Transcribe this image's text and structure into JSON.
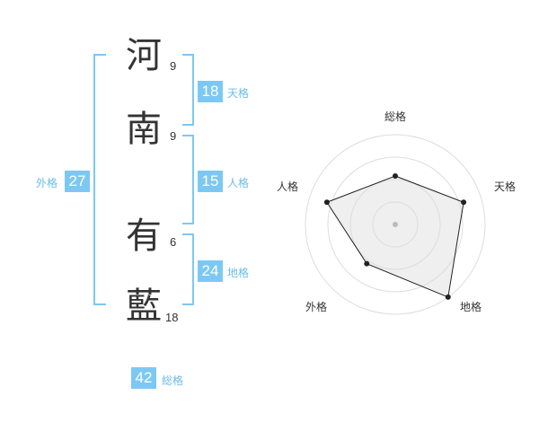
{
  "characters": [
    {
      "char": "河",
      "strokes": "9"
    },
    {
      "char": "南",
      "strokes": "9"
    },
    {
      "char": "有",
      "strokes": "6"
    },
    {
      "char": "藍",
      "strokes": "18"
    }
  ],
  "kakaku": {
    "tenkaku": {
      "value": "18",
      "label": "天格"
    },
    "jinkaku": {
      "value": "15",
      "label": "人格"
    },
    "chikaku": {
      "value": "24",
      "label": "地格"
    },
    "gaikaku": {
      "value": "27",
      "label": "外格"
    },
    "soukaku": {
      "value": "42",
      "label": "総格"
    }
  },
  "colors": {
    "accent": "#7cc8f4",
    "text": "#333333"
  },
  "chart_data": {
    "type": "radar",
    "axes": [
      "総格",
      "天格",
      "地格",
      "外格",
      "人格"
    ],
    "values": [
      0.54,
      0.8,
      1.0,
      0.54,
      0.8
    ],
    "rings": 4
  }
}
